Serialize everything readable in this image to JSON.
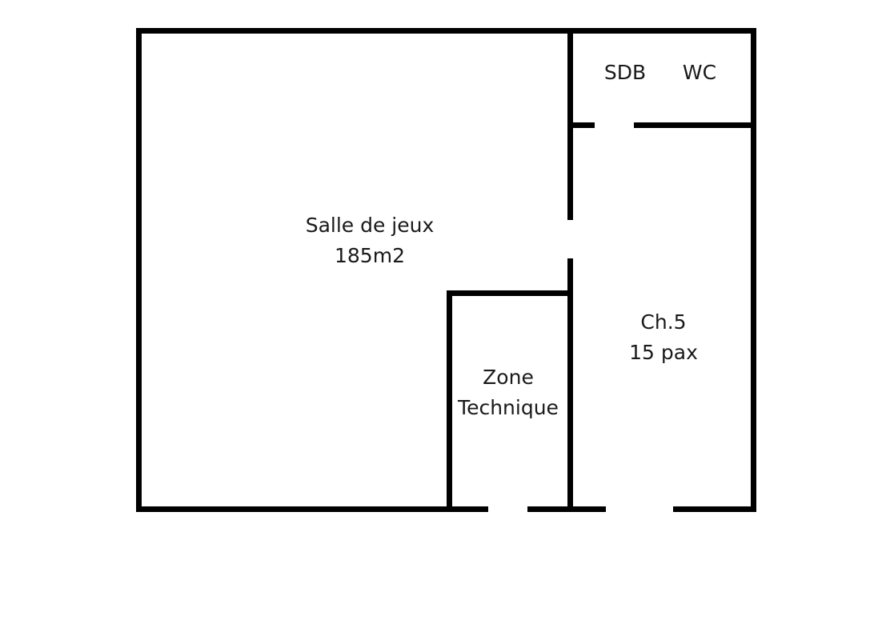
{
  "floor_plan": {
    "wall_color": "#000000",
    "background": "#ffffff",
    "rooms": [
      {
        "id": "salle-de-jeux",
        "name": "Salle de jeux",
        "detail": "185m2"
      },
      {
        "id": "sdb",
        "name": "SDB"
      },
      {
        "id": "wc",
        "name": "WC"
      },
      {
        "id": "chambre-5",
        "name": "Ch.5",
        "detail": "15 pax"
      },
      {
        "id": "zone-technique",
        "name": "Zone",
        "detail": "Technique"
      }
    ],
    "openings": [
      "door between Salle de jeux and Ch.5 (interior wall)",
      "door between SDB/WC and Ch.5",
      "exterior door Zone Technique (bottom)",
      "exterior door Ch.5 (bottom)"
    ]
  }
}
